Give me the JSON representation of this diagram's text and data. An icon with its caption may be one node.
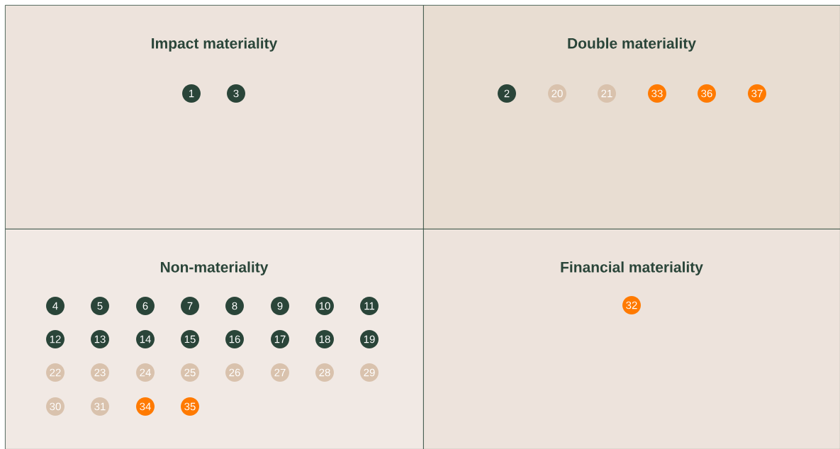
{
  "diagram": {
    "nodes": [
      {
        "text": [
          "Impact materiality"
        ]
      },
      {
        "text": [
          "1"
        ],
        "in": 0
      },
      {
        "text": [
          "3"
        ],
        "in": 0
      },
      {
        "text": [
          "Double materiality"
        ]
      },
      {
        "text": [
          "2"
        ],
        "in": 3
      },
      {
        "text": [
          "20"
        ],
        "in": 3
      },
      {
        "text": [
          "21"
        ],
        "in": 3
      },
      {
        "text": [
          "33"
        ],
        "in": 3
      },
      {
        "text": [
          "36"
        ],
        "in": 3
      },
      {
        "text": [
          "37"
        ],
        "in": 3
      },
      {
        "text": [
          "Non-materiality"
        ]
      },
      {
        "text": [
          "4"
        ],
        "in": 10
      },
      {
        "text": [
          "5"
        ],
        "in": 10
      },
      {
        "text": [
          "6"
        ],
        "in": 10
      },
      {
        "text": [
          "7"
        ],
        "in": 10
      },
      {
        "text": [
          "8"
        ],
        "in": 10
      },
      {
        "text": [
          "9"
        ],
        "in": 10
      },
      {
        "text": [
          "10"
        ],
        "in": 10
      },
      {
        "text": [
          "11"
        ],
        "in": 10
      },
      {
        "text": [
          "12"
        ],
        "in": 10
      },
      {
        "text": [
          "13"
        ],
        "in": 10
      },
      {
        "text": [
          "14"
        ],
        "in": 10
      },
      {
        "text": [
          "15"
        ],
        "in": 10
      },
      {
        "text": [
          "16"
        ],
        "in": 10
      },
      {
        "text": [
          "17"
        ],
        "in": 10
      },
      {
        "text": [
          "18"
        ],
        "in": 10
      },
      {
        "text": [
          "19"
        ],
        "in": 10
      },
      {
        "text": [
          "22"
        ],
        "in": 10
      },
      {
        "text": [
          "23"
        ],
        "in": 10
      },
      {
        "text": [
          "24"
        ],
        "in": 10
      },
      {
        "text": [
          "25"
        ],
        "in": 10
      },
      {
        "text": [
          "26"
        ],
        "in": 10
      },
      {
        "text": [
          "27"
        ],
        "in": 10
      },
      {
        "text": [
          "28"
        ],
        "in": 10
      },
      {
        "text": [
          "29"
        ],
        "in": 10
      },
      {
        "text": [
          "30"
        ],
        "in": 10
      },
      {
        "text": [
          "31"
        ],
        "in": 10
      },
      {
        "text": [
          "34"
        ],
        "in": 10
      },
      {
        "text": [
          "35"
        ],
        "in": 10
      },
      {
        "text": [
          "Financial materiality"
        ]
      },
      {
        "text": [
          "32"
        ],
        "in": 39
      }
    ]
  }
}
